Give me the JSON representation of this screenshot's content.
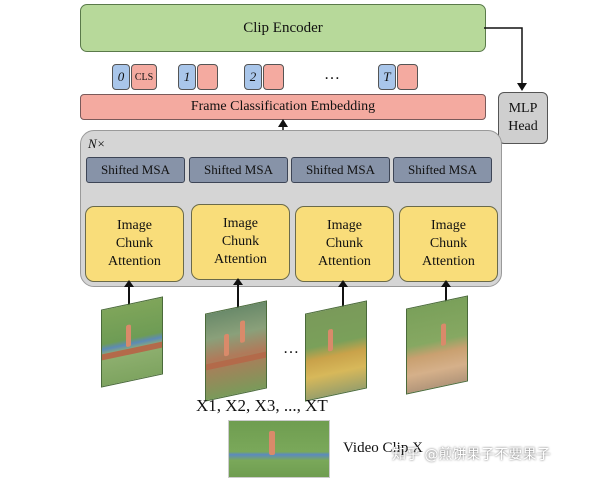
{
  "clip_encoder": "Clip Encoder",
  "frame_embedding": "Frame Classification Embedding",
  "mlp_head": [
    "MLP",
    "Head"
  ],
  "tokens": [
    {
      "index": "0",
      "tag": "CLS"
    },
    {
      "index": "1"
    },
    {
      "index": "2"
    },
    {
      "index": "T"
    }
  ],
  "ellipsis": "…",
  "n_times": "N×",
  "branches": [
    {
      "msa": "Shifted MSA",
      "attention": [
        "Image",
        "Chunk",
        "Attention"
      ]
    },
    {
      "msa": "Shifted MSA",
      "attention": [
        "Image",
        "Chunk",
        "Attention"
      ]
    },
    {
      "msa": "Shifted MSA",
      "attention": [
        "Image",
        "Chunk",
        "Attention"
      ]
    },
    {
      "msa": "Shifted MSA",
      "attention": [
        "Image",
        "Chunk",
        "Attention"
      ]
    }
  ],
  "frames_label": "X1, X2, X3, ..., XT",
  "video_clip_label": "Video Clip X",
  "watermark": "知乎 @煎饼果子不要果子",
  "colors": {
    "green": "#b7d99a",
    "pink": "#f4aaa0",
    "blue": "#a9c6ea",
    "gray_panel": "#d5d5d5",
    "msa": "#8793a8",
    "attention": "#f9dd7a",
    "mlp": "#cfcfcf"
  }
}
